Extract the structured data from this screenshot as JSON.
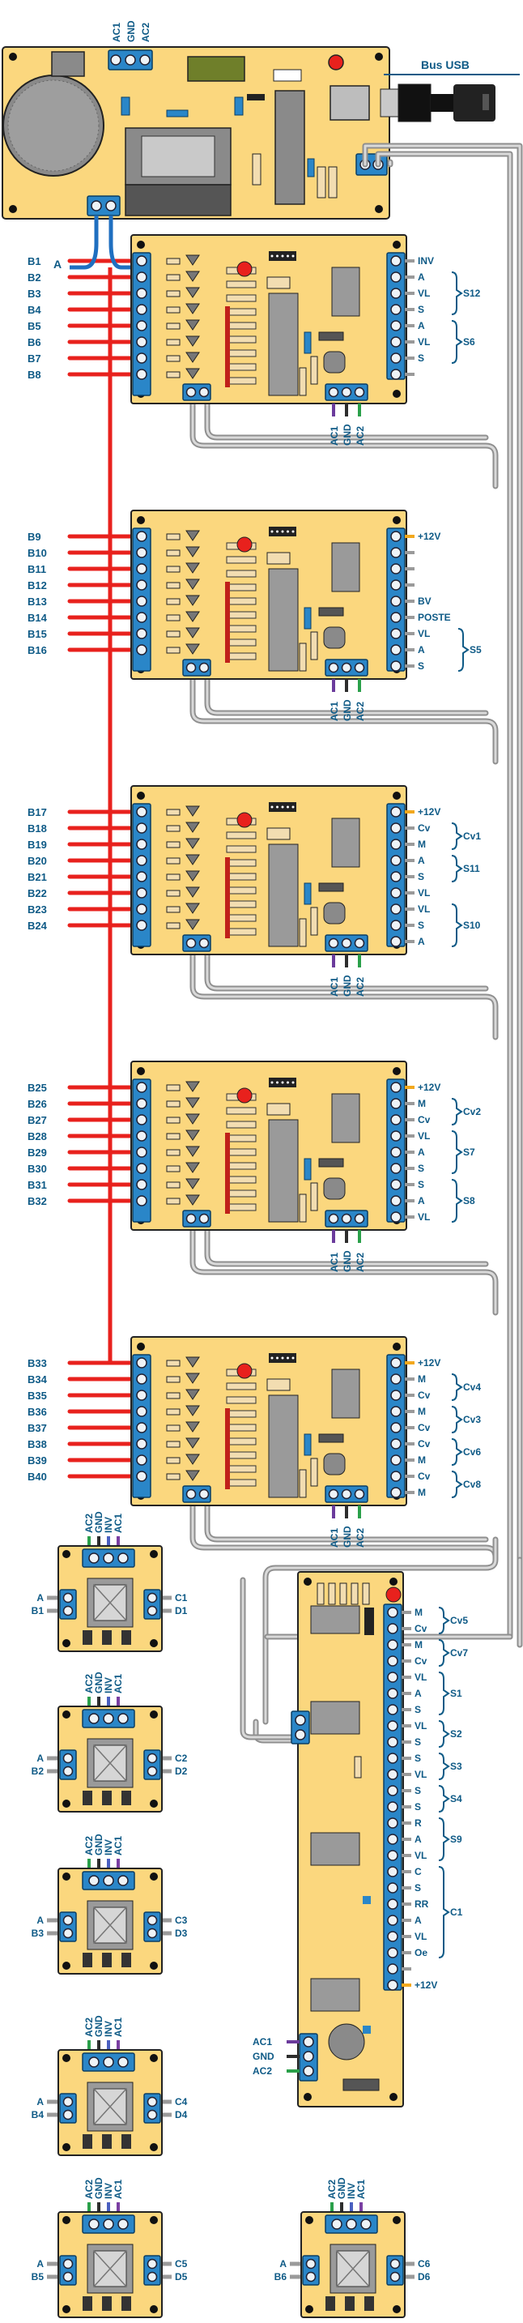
{
  "header": {
    "bus_usb": "Bus USB",
    "main_top_terminal": [
      "AC1",
      "GND",
      "AC2"
    ],
    "main_left_wire": "A"
  },
  "b_group_1": [
    "B1",
    "B2",
    "B3",
    "B4",
    "B5",
    "B6",
    "B7",
    "B8"
  ],
  "b_group_2": [
    "B9",
    "B10",
    "B11",
    "B12",
    "B13",
    "B14",
    "B15",
    "B16"
  ],
  "b_group_3": [
    "B17",
    "B18",
    "B19",
    "B20",
    "B21",
    "B22",
    "B23",
    "B24"
  ],
  "b_group_4": [
    "B25",
    "B26",
    "B27",
    "B28",
    "B29",
    "B30",
    "B31",
    "B32"
  ],
  "b_group_5": [
    "B33",
    "B34",
    "B35",
    "B36",
    "B37",
    "B38",
    "B39",
    "B40"
  ],
  "board_terminals": [
    "AC1",
    "GND",
    "AC2"
  ],
  "board1": {
    "pins": [
      "INV",
      "A",
      "VL",
      "S",
      "A",
      "VL",
      "S",
      ""
    ],
    "groups": [
      "S12",
      "S6"
    ]
  },
  "board2": {
    "pins": [
      "+12V",
      "",
      "",
      "",
      "BV",
      "POSTE",
      "VL",
      "A",
      "S"
    ],
    "groups": [
      "S5"
    ]
  },
  "board3": {
    "pins": [
      "+12V",
      "Cv",
      "M",
      "A",
      "S",
      "VL",
      "VL",
      "S",
      "A"
    ],
    "groups": [
      "Cv1",
      "S11",
      "S10"
    ]
  },
  "board4": {
    "pins": [
      "+12V",
      "M",
      "Cv",
      "VL",
      "A",
      "S",
      "S",
      "A",
      "VL"
    ],
    "groups": [
      "Cv2",
      "S7",
      "S8"
    ]
  },
  "board5": {
    "pins": [
      "+12V",
      "M",
      "Cv",
      "M",
      "Cv",
      "Cv",
      "M",
      "Cv",
      "M"
    ],
    "groups": [
      "Cv4",
      "Cv3",
      "Cv6",
      "Cv8"
    ]
  },
  "board6": {
    "pins": [
      "M",
      "Cv",
      "M",
      "Cv",
      "VL",
      "A",
      "S",
      "VL",
      "S",
      "S",
      "VL",
      "S",
      "S",
      "R",
      "A",
      "VL",
      "C",
      "S",
      "RR",
      "A",
      "VL",
      "Oe",
      "",
      "+12V"
    ],
    "groups": [
      "Cv5",
      "Cv7",
      "S1",
      "S2",
      "S3",
      "S4",
      "S9",
      "C1"
    ],
    "left_terminal": [
      "AC1",
      "GND",
      "AC2"
    ]
  },
  "small_modules": [
    {
      "top": [
        "AC2",
        "GND",
        "INV",
        "AC1"
      ],
      "left": [
        "A",
        "B1"
      ],
      "right": [
        "C1",
        "D1"
      ]
    },
    {
      "top": [
        "AC2",
        "GND",
        "INV",
        "AC1"
      ],
      "left": [
        "A",
        "B2"
      ],
      "right": [
        "C2",
        "D2"
      ]
    },
    {
      "top": [
        "AC2",
        "GND",
        "INV",
        "AC1"
      ],
      "left": [
        "A",
        "B3"
      ],
      "right": [
        "C3",
        "D3"
      ]
    },
    {
      "top": [
        "AC2",
        "GND",
        "INV",
        "AC1"
      ],
      "left": [
        "A",
        "B4"
      ],
      "right": [
        "C4",
        "D4"
      ]
    },
    {
      "top": [
        "AC2",
        "GND",
        "INV",
        "AC1"
      ],
      "left": [
        "A",
        "B5"
      ],
      "right": [
        "C5",
        "D5"
      ]
    },
    {
      "top": [
        "AC2",
        "GND",
        "INV",
        "AC1"
      ],
      "left": [
        "A",
        "B6"
      ],
      "right": [
        "C6",
        "D6"
      ]
    }
  ],
  "colors": {
    "pcb": "#fbd77e",
    "terminal": "#2a86c8",
    "wire_red": "#e8211d",
    "wire_grey": "#9a9a9a",
    "wire_blue": "#1f6fc0",
    "label": "#0e5a86"
  }
}
